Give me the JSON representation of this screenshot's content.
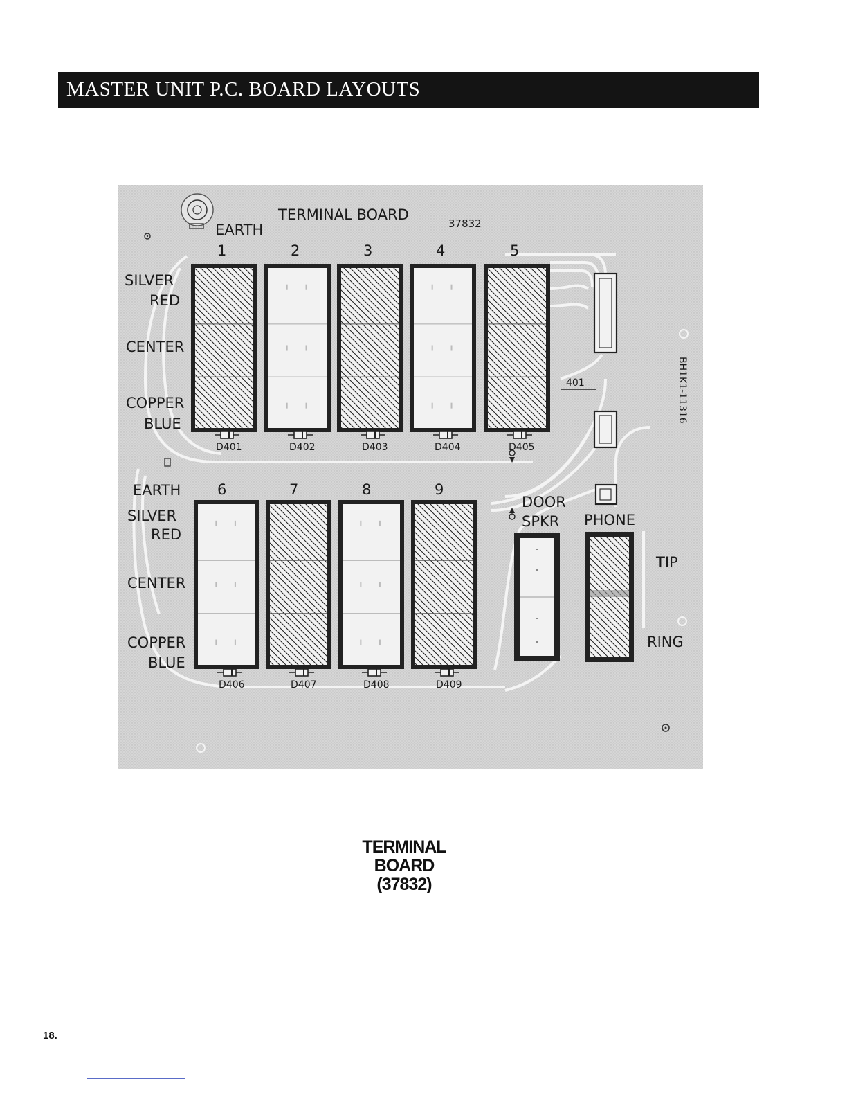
{
  "header": {
    "title": "MASTER UNIT P.C. BOARD LAYOUTS"
  },
  "board": {
    "title": "TERMINAL BOARD",
    "part_number": "37832",
    "earth_top": "EARTH",
    "earth_bottom": "EARTH",
    "top_labels": {
      "silver": "SILVER",
      "red": "RED",
      "center": "CENTER",
      "copper": "COPPER",
      "blue": "BLUE"
    },
    "bottom_labels": {
      "silver": "SILVER",
      "red": "RED",
      "center": "CENTER",
      "copper": "COPPER",
      "blue": "BLUE"
    },
    "top_numbers": [
      "1",
      "2",
      "3",
      "4",
      "5"
    ],
    "bottom_numbers": [
      "6",
      "7",
      "8",
      "9"
    ],
    "top_diodes": [
      "D401",
      "D402",
      "D403",
      "D404",
      "D405"
    ],
    "bottom_diodes": [
      "D406",
      "D407",
      "D408",
      "D409"
    ],
    "top_hatched": [
      true,
      false,
      true,
      false,
      true
    ],
    "bottom_hatched": [
      false,
      true,
      false,
      true
    ],
    "connector_label": "401",
    "door_speaker": {
      "line1": "DOOR",
      "line2": "SPKR"
    },
    "phone": "PHONE",
    "tip": "TIP",
    "ring": "RING",
    "rotated_code": "BH1K1-11316"
  },
  "caption": {
    "line1": "TERMINAL",
    "line2": "BOARD",
    "line3": "(37832)"
  },
  "page_number": "18."
}
